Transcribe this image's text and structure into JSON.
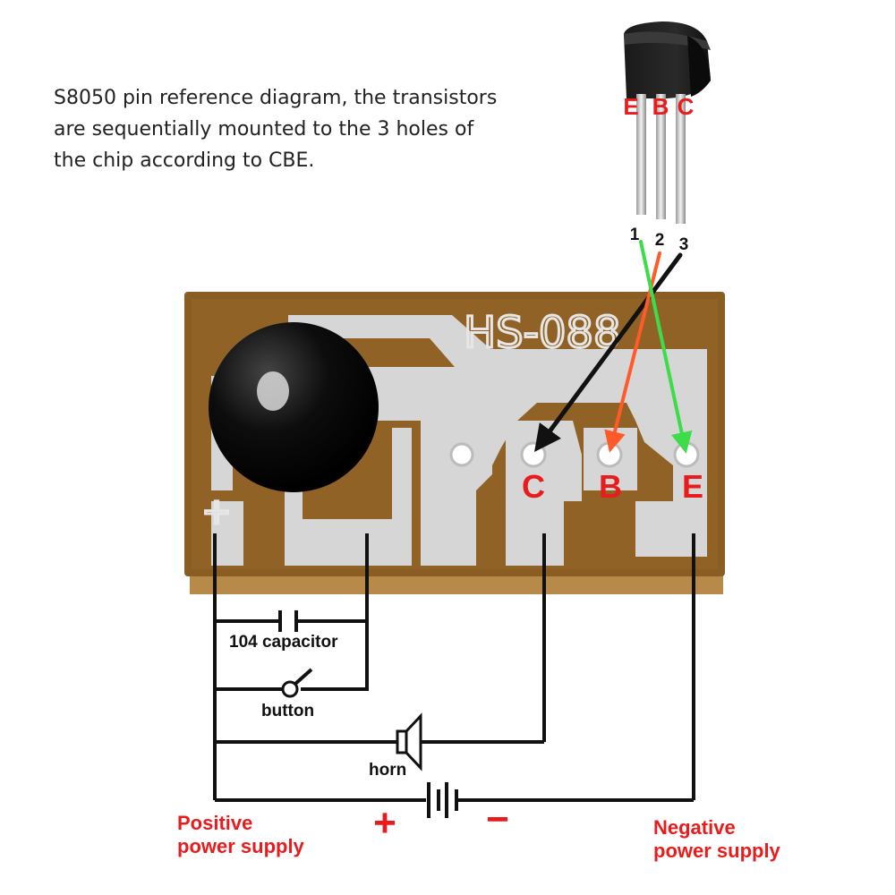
{
  "description": [
    "S8050 pin reference diagram, the transistors",
    "are sequentially mounted to the 3 holes of",
    "the chip according to CBE."
  ],
  "transistor": {
    "pin_letters": [
      "E",
      "B",
      "C"
    ],
    "pin_numbers": [
      "1",
      "2",
      "3"
    ]
  },
  "board": {
    "silkscreen": "HS-088",
    "plus_mark": "+",
    "pad_labels": [
      "C",
      "B",
      "E"
    ]
  },
  "components": {
    "capacitor": "104 capacitor",
    "button": "button",
    "horn": "horn"
  },
  "power": {
    "positive_label": [
      "Positive",
      "power supply"
    ],
    "negative_label": [
      "Negative",
      "power supply"
    ],
    "plus_symbol": "+",
    "minus_symbol": "−"
  },
  "wire_colors": {
    "pin1_to_E": "#3ddc4a",
    "pin2_to_B": "#ff5a2a",
    "pin3_to_C": "#111111"
  }
}
